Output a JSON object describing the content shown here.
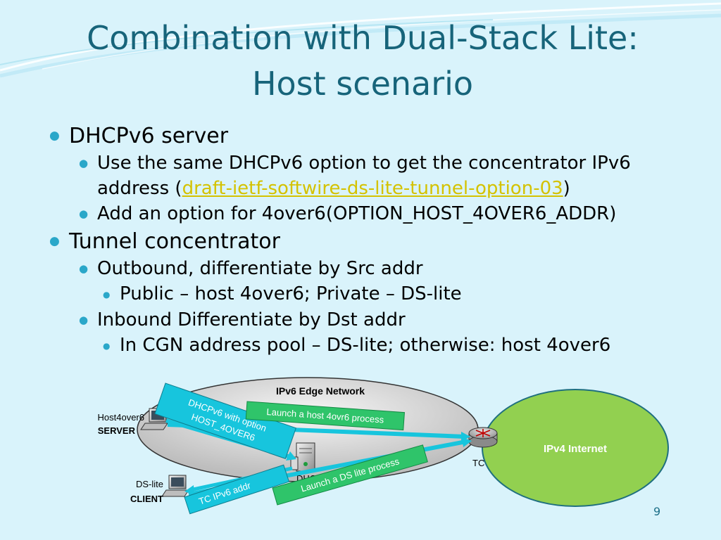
{
  "slide": {
    "title_line1": "Combination with Dual-Stack Lite:",
    "title_line2": "Host scenario",
    "page_number": "9"
  },
  "bullets": {
    "dhcp": {
      "heading": "DHCPv6 server",
      "item1_prefix": "Use the same DHCPv6 option to get the concentrator IPv6 address (",
      "item1_link": "draft-ietf-softwire-ds-lite-tunnel-option-03",
      "item1_suffix": ")",
      "item2": "Add an option for 4over6(OPTION_HOST_4OVER6_ADDR)"
    },
    "tunnel": {
      "heading": "Tunnel concentrator",
      "outbound": "Outbound, differentiate by Src addr",
      "outbound_detail": "Public – host 4over6; Private – DS-lite",
      "inbound": "Inbound Differentiate by Dst addr",
      "inbound_detail": "In CGN address pool – DS-lite; otherwise: host 4over6"
    }
  },
  "diagram": {
    "edge_network": "IPv6 Edge Network",
    "ipv4_internet": "IPv4 Internet",
    "host4over6": "Host4over6",
    "server": "SERVER",
    "dslite": "DS-lite",
    "client": "CLIENT",
    "dhcp_server_label": "DHCPv6 S",
    "tc_label": "TC",
    "callout_dhcp_line1": "DHCPv6 with option",
    "callout_dhcp_line2": "HOST_4OVER6",
    "callout_host_process": "Launch a host 4ovr6 process",
    "callout_tc_addr": "TC IPv6 addr",
    "callout_ds_process": "Launch a DS lite process",
    "colors": {
      "cyan_box": "#17c5dd",
      "green_box": "#2fc46a",
      "internet": "#92d050",
      "title": "#17647a"
    }
  }
}
